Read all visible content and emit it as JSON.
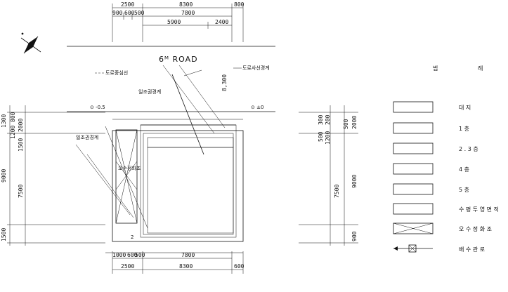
{
  "road": {
    "label": "6ᴹ ROAD"
  },
  "labels": {
    "road_center": "도로중심선",
    "road_boundary": "도로사선경계",
    "setback_left": "일조권경계",
    "setback_top": "일조권경계",
    "sewage": "오수정화조",
    "level_left": "⊙ -0.5",
    "level_right": "⊙ ±0",
    "road_depth": "8,300",
    "mark_2": "2"
  },
  "dims_top_row1": [
    "2500",
    "8300",
    "800"
  ],
  "dims_top_row2": [
    "900",
    "600",
    "500",
    "7800"
  ],
  "dims_top_row3": [
    "5900",
    "2400"
  ],
  "dims_bottom_row1": [
    "1000",
    "600",
    "500",
    "7800"
  ],
  "dims_bottom_row2": [
    "2500",
    "8300",
    "600"
  ],
  "dims_left_outer": [
    "1300",
    "9000",
    "1500"
  ],
  "dims_left_inner": [
    "800",
    "1200",
    "2000",
    "1500",
    "7500"
  ],
  "dims_right_outer": [
    "500",
    "2000",
    "9000",
    "900"
  ],
  "dims_right_inner": [
    "300",
    "200",
    "500",
    "1200",
    "7500"
  ],
  "legend": {
    "title": [
      "범",
      "례"
    ],
    "items": [
      {
        "label": "대  지",
        "pattern": "plain"
      },
      {
        "label": "1  층",
        "pattern": "dots-light"
      },
      {
        "label": "2 . 3  층",
        "pattern": "dots-sparse"
      },
      {
        "label": "4  층",
        "pattern": "dots-dense"
      },
      {
        "label": "5  층",
        "pattern": "h-lines"
      },
      {
        "label": "수 평 투 영 면 적",
        "pattern": "v-lines"
      },
      {
        "label": "오 수 정 화 조",
        "pattern": "cross"
      },
      {
        "label": "배  수  관  로",
        "pattern": "pipe"
      }
    ]
  },
  "colors": {
    "ink": "#111111",
    "paper": "#ffffff"
  },
  "icons": {
    "north_arrow": "north-arrow-icon"
  }
}
